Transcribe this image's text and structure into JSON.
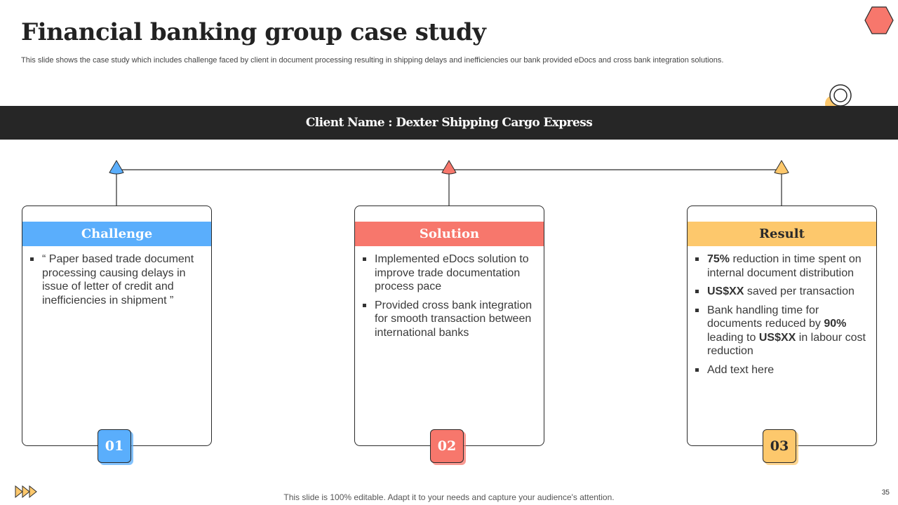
{
  "title": "Financial banking group case study",
  "subtitle": "This slide shows the case study which includes challenge faced by client in document processing resulting in shipping delays and inefficiencies our bank provided eDocs and cross bank integration solutions.",
  "banner": {
    "label": "Client Name : Dexter Shipping Cargo Express"
  },
  "colors": {
    "blue": "#5aaefc",
    "red": "#f7776c",
    "yellow": "#fdc86c",
    "banner": "#262626",
    "hexagon": "#f7776c",
    "ring_accent": "#fdc86c"
  },
  "cards": [
    {
      "heading": "Challenge",
      "number": "01",
      "color": "#5aaefc",
      "heading_text_color": "#ffffff",
      "bullets": [
        [
          {
            "t": "“ Paper based trade document processing causing delays in issue of letter of credit and inefficiencies in shipment ”"
          }
        ]
      ]
    },
    {
      "heading": "Solution",
      "number": "02",
      "color": "#f7776c",
      "heading_text_color": "#ffffff",
      "bullets": [
        [
          {
            "t": "Implemented  eDocs solution to improve trade documentation process pace"
          }
        ],
        [
          {
            "t": "Provided cross bank integration for smooth transaction between international banks"
          }
        ]
      ]
    },
    {
      "heading": "Result",
      "number": "03",
      "color": "#fdc86c",
      "heading_text_color": "#2a2a2a",
      "bullets": [
        [
          {
            "t": "75%",
            "b": true
          },
          {
            "t": " reduction in time  spent on internal document distribution"
          }
        ],
        [
          {
            "t": "US$XX",
            "b": true
          },
          {
            "t": " saved per transaction"
          }
        ],
        [
          {
            "t": "Bank handling time for documents reduced by "
          },
          {
            "t": "90%",
            "b": true
          },
          {
            "t": " leading to "
          },
          {
            "t": "US$XX",
            "b": true
          },
          {
            "t": " in labour cost reduction"
          }
        ],
        [
          {
            "t": "Add text here"
          }
        ]
      ]
    }
  ],
  "footer": {
    "text": "This slide is 100% editable. Adapt it to your needs and capture your audience's attention."
  },
  "page_number": "35",
  "icons": {
    "top_right": "hexagon-icon",
    "rings": "rings-icon",
    "nav": "fast-forward-icon"
  }
}
